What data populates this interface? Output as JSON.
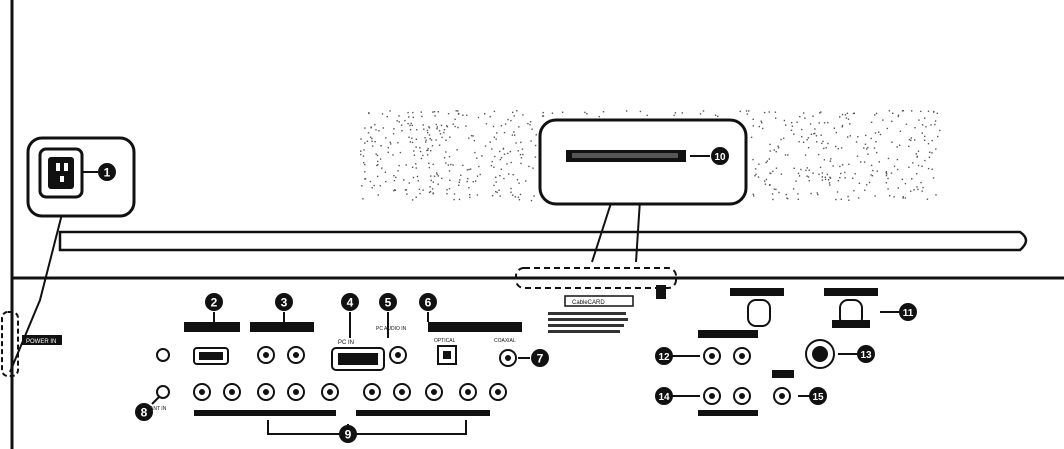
{
  "callouts": {
    "n1": "1",
    "n2": "2",
    "n3": "3",
    "n4": "4",
    "n5": "5",
    "n6": "6",
    "n7": "7",
    "n8": "8",
    "n9": "9",
    "n10": "10",
    "n11": "11",
    "n12": "12",
    "n13": "13",
    "n14": "14",
    "n15": "15"
  },
  "labels": {
    "power_tag": "POWER IN",
    "rs_tag": "CableCARD",
    "pc_in": "PC IN",
    "pc_audio_in": "PC AUDIO IN",
    "ant_in": "ANT IN",
    "optical": "OPTICAL",
    "coaxial": "COAXIAL"
  },
  "colors": {
    "ink": "#111111",
    "paper": "#ffffff",
    "speckle": "#555555"
  }
}
